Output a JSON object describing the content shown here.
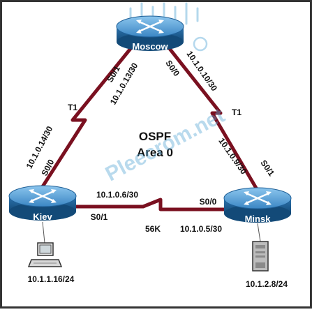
{
  "routers": {
    "moscow": {
      "name": "Moscow"
    },
    "kiev": {
      "name": "Kiev"
    },
    "minsk": {
      "name": "Minsk"
    }
  },
  "area_label": {
    "line1": "OSPF",
    "line2": "Area 0"
  },
  "links": {
    "moscow_kiev": {
      "type": "T1",
      "moscow_interface": "S0/1",
      "moscow_ip": "10.1.0.13/30",
      "kiev_interface": "S0/0",
      "kiev_ip": "10.1.0.14/30"
    },
    "moscow_minsk": {
      "type": "T1",
      "moscow_interface": "S0/0",
      "moscow_ip": "10.1.0.10/30",
      "minsk_interface": "S0/1",
      "minsk_ip": "10.1.0.9/30"
    },
    "kiev_minsk": {
      "speed": "56K",
      "kiev_interface": "S0/1",
      "kiev_ip": "10.1.0.6/30",
      "minsk_interface": "S0/0",
      "minsk_ip": "10.1.0.5/30"
    }
  },
  "hosts": {
    "pc": {
      "ip": "10.1.1.16/24"
    },
    "server": {
      "ip": "10.1.2.8/24"
    }
  },
  "watermark": "Pleecrom.net",
  "colors": {
    "link": "#7a1020",
    "router_top": "#4a9bd6",
    "router_side": "#1f5f96",
    "frame": "#333333",
    "watermark": "#5aa9d6"
  }
}
